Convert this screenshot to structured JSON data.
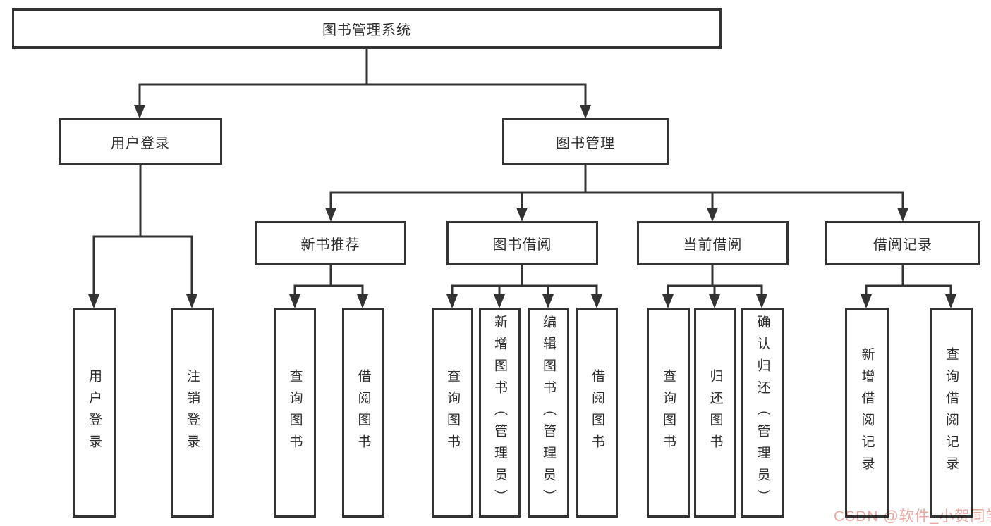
{
  "tree": {
    "label": "图书管理系统",
    "children": [
      {
        "label": "用户登录",
        "children": [
          {
            "label": "用户登录"
          },
          {
            "label": "注销登录"
          }
        ]
      },
      {
        "label": "图书管理",
        "children": [
          {
            "label": "新书推荐",
            "children": [
              {
                "label": "查询图书"
              },
              {
                "label": "借阅图书"
              }
            ]
          },
          {
            "label": "图书借阅",
            "children": [
              {
                "label": "查询图书"
              },
              {
                "label": "新增图书（管理员）"
              },
              {
                "label": "编辑图书（管理员）"
              },
              {
                "label": "借阅图书"
              }
            ]
          },
          {
            "label": "当前借阅",
            "children": [
              {
                "label": "查询图书"
              },
              {
                "label": "归还图书"
              },
              {
                "label": "确认归还（管理员）"
              }
            ]
          },
          {
            "label": "借阅记录",
            "children": [
              {
                "label": "新增借阅记录"
              },
              {
                "label": "查询借阅记录"
              }
            ]
          }
        ]
      }
    ]
  },
  "watermark": {
    "text": "CSDN @软件_小贺同学"
  },
  "colors": {
    "line": "#333333",
    "box_background": "#ffffff",
    "text": "#2e2e2e",
    "watermark": "#e9a7a2"
  }
}
